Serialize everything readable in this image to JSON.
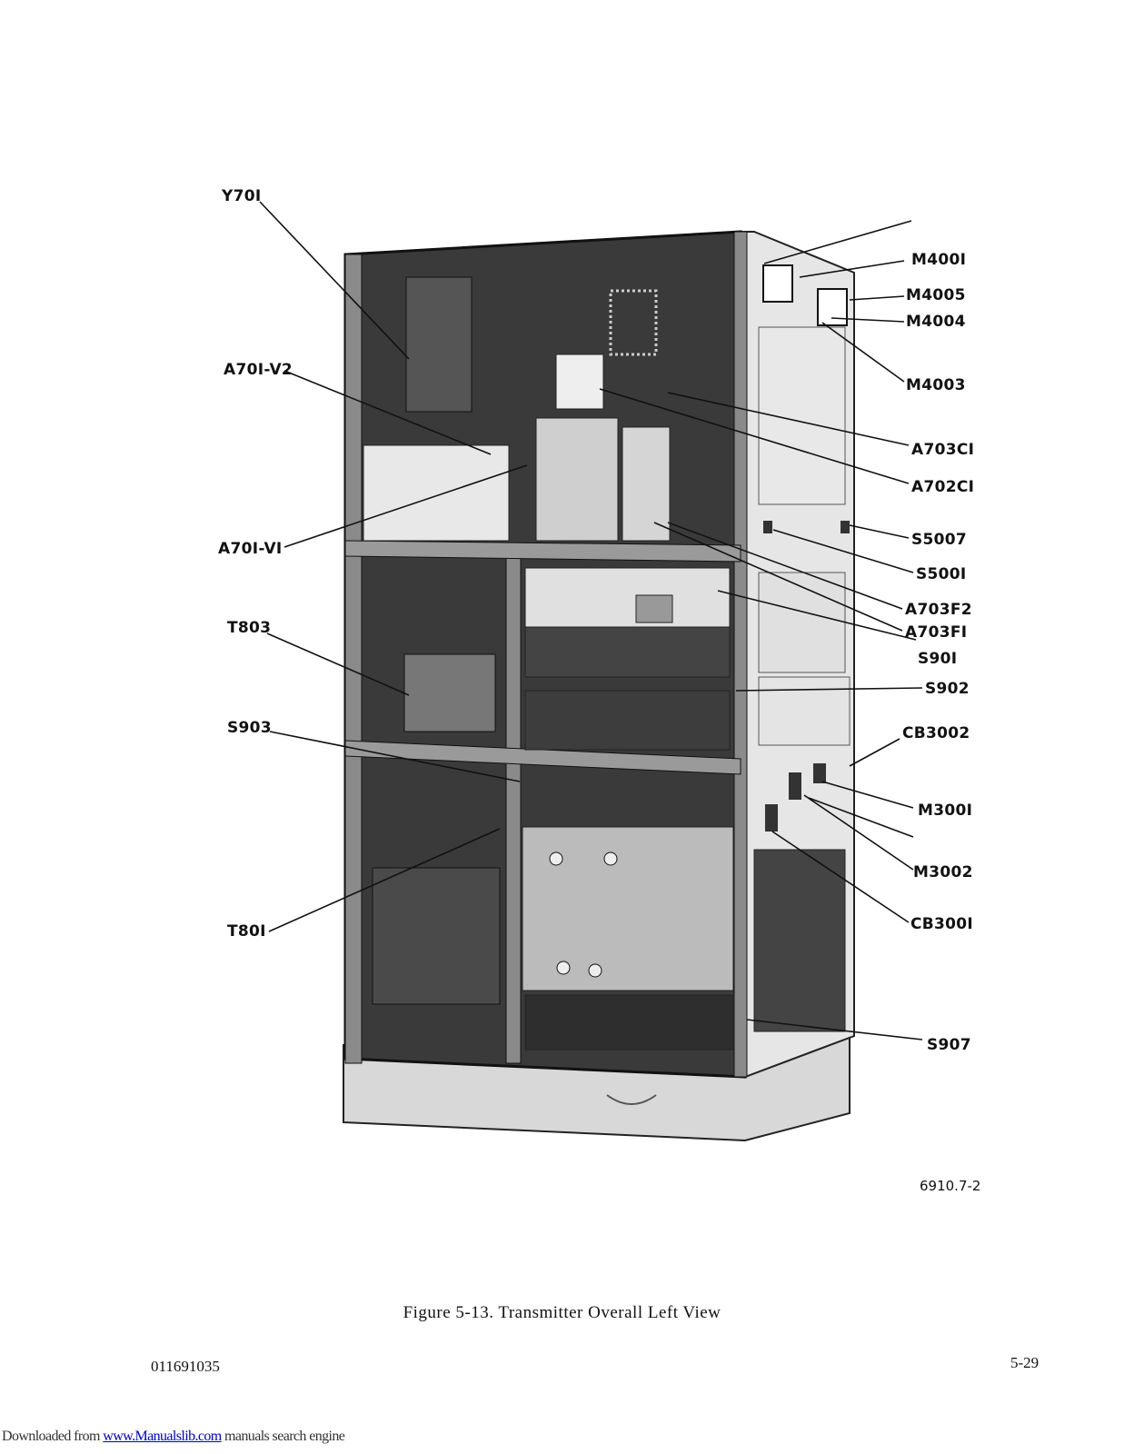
{
  "figure": {
    "caption": "Figure 5-13.  Transmitter Overall Left View",
    "figure_id": "6910.7-2"
  },
  "callouts": {
    "y701": "Y70I",
    "a701_v2": "A70I-V2",
    "a701_v1": "A70I-VI",
    "t803": "T803",
    "s903": "S903",
    "t801": "T80I",
    "m4001": "M400I",
    "m4005": "M4005",
    "m4004": "M4004",
    "m4003": "M4003",
    "a703c1": "A703CI",
    "a702c1": "A702CI",
    "s5007": "S5007",
    "s5001": "S500I",
    "a703f2": "A703F2",
    "a703f1": "A703FI",
    "s901": "S90I",
    "s902": "S902",
    "cb3002": "CB3002",
    "m3001": "M300I",
    "m3002": "M3002",
    "cb3001": "CB300I",
    "s907": "S907"
  },
  "page": {
    "doc_number": "011691035",
    "page_number": "5-29"
  },
  "footer": {
    "prefix": "Downloaded from ",
    "link_text": "www.Manualslib.com",
    "suffix": " manuals search engine"
  }
}
